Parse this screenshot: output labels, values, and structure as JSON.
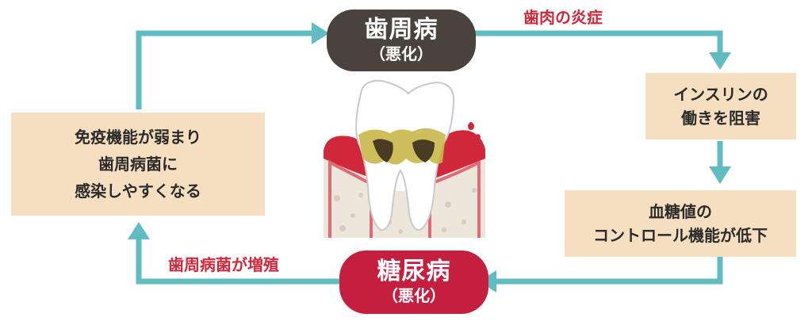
{
  "nodes": {
    "perio": {
      "title": "歯周病",
      "subtitle": "（悪化）"
    },
    "diabetes": {
      "title": "糖尿病",
      "subtitle": "（悪化）"
    },
    "insulin": {
      "line1": "インスリンの",
      "line2": "働きを阻害"
    },
    "glucose": {
      "line1": "血糖値の",
      "line2": "コントロール機能が低下"
    },
    "immune": {
      "line1": "免疫機能が弱まり",
      "line2": "歯周病菌に",
      "line3": "感染しやすくなる"
    }
  },
  "labels": {
    "gum_inflammation": "歯肉の炎症",
    "bacteria_increase": "歯周病菌が増殖"
  },
  "colors": {
    "arrow": "#5fbcc0",
    "perio_pill": "#4a423c",
    "diabetes_pill": "#c51f3f",
    "box": "#f6dfc1",
    "label_red": "#d0283a"
  }
}
